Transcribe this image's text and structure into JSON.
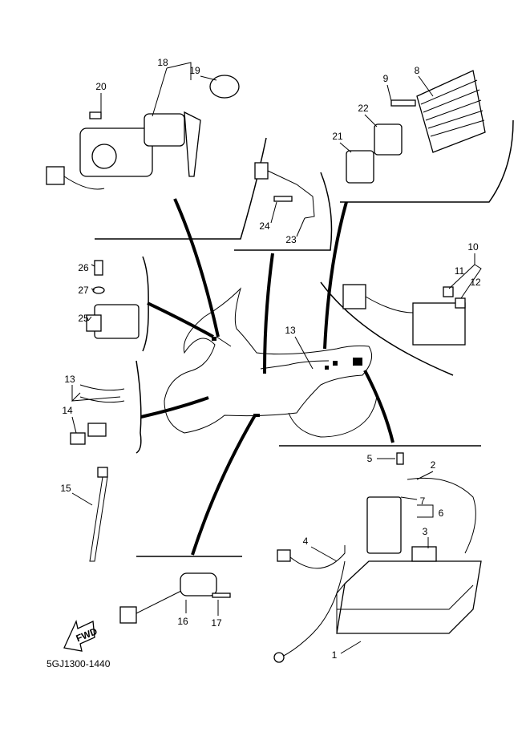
{
  "diagram": {
    "part_number_labels": [
      "1",
      "2",
      "3",
      "4",
      "5",
      "6",
      "7",
      "8",
      "9",
      "10",
      "11",
      "12",
      "13",
      "13",
      "14",
      "15",
      "16",
      "17",
      "18",
      "19",
      "20",
      "21",
      "22",
      "23",
      "24",
      "25",
      "26",
      "27"
    ],
    "fwd_label": "FWD",
    "drawing_code": "5GJ1300-1440"
  }
}
